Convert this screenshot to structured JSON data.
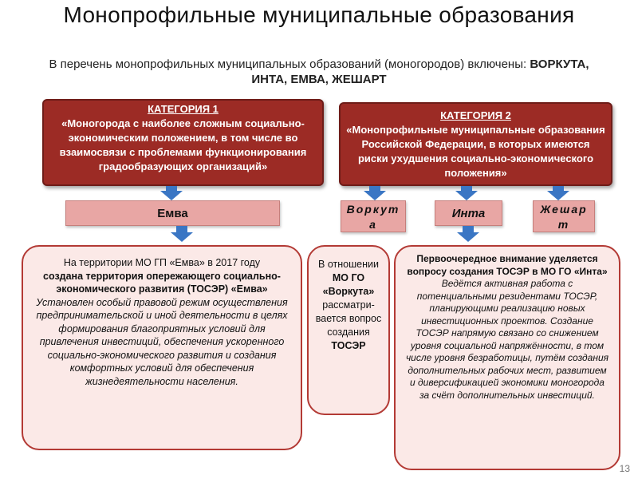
{
  "title": "Монопрофильные муниципальные образования",
  "subtitle": {
    "text": "В перечень монопрофильных муниципальных образований (моногородов) включены:",
    "towns": "ВОРКУТА, ИНТА, ЕМВА, ЖЕШАРТ"
  },
  "category1": {
    "heading": "КАТЕГОРИЯ 1",
    "text": "«Моногорода с наиболее сложным социально-экономическим положением, в том числе во взаимосвязи с проблемами функционирования градообразующих организаций»"
  },
  "category2": {
    "heading": "КАТЕГОРИЯ 2",
    "text": "«Монопрофильные муниципальные образования Российской Федерации, в которых имеются риски ухудшения социально-экономического положения»"
  },
  "towns": {
    "emva": "Емва",
    "vorkuta": "Воркута",
    "inta": "Инта",
    "zheshart": "Жешарт"
  },
  "panel_emva": {
    "intro": "На территории МО ГП «Емва» в 2017 году",
    "bold": "создана территория опережающего социально-экономического развития (ТОСЭР) «Емва»",
    "italic": "Установлен особый правовой режим осуществления предпринимательской и иной деятельности в целях формирования благоприятных условий для привлечения инвестиций, обеспечения ускоренного социально-экономического развития и создания комфортных условий для обеспечения жизнедеятельности населения."
  },
  "panel_vorkuta": {
    "intro": "В отношении",
    "bold": "МО ГО «Воркута»",
    "middle": "рассматри-вается вопрос создания",
    "end": "ТОСЭР"
  },
  "panel_inta": {
    "bold": "Первоочередное внимание уделяется вопросу создания ТОСЭР в МО ГО «Инта»",
    "italic": "Ведётся активная работа с потенциальными резидентами ТОСЭР, планирующими реализацию новых инвестиционных проектов. Создание ТОСЭР напрямую связано со снижением уровня социальной напряжённости, в том числе уровня безработицы, путём создания дополнительных рабочих мест, развитием и диверсификацией экономики моногорода за счёт дополнительных инвестиций."
  },
  "page_number": "13",
  "colors": {
    "category_fill": "#9c2b25",
    "town_fill": "#e8a6a4",
    "panel_border": "#b33a35",
    "arrow": "#3a76c4"
  }
}
